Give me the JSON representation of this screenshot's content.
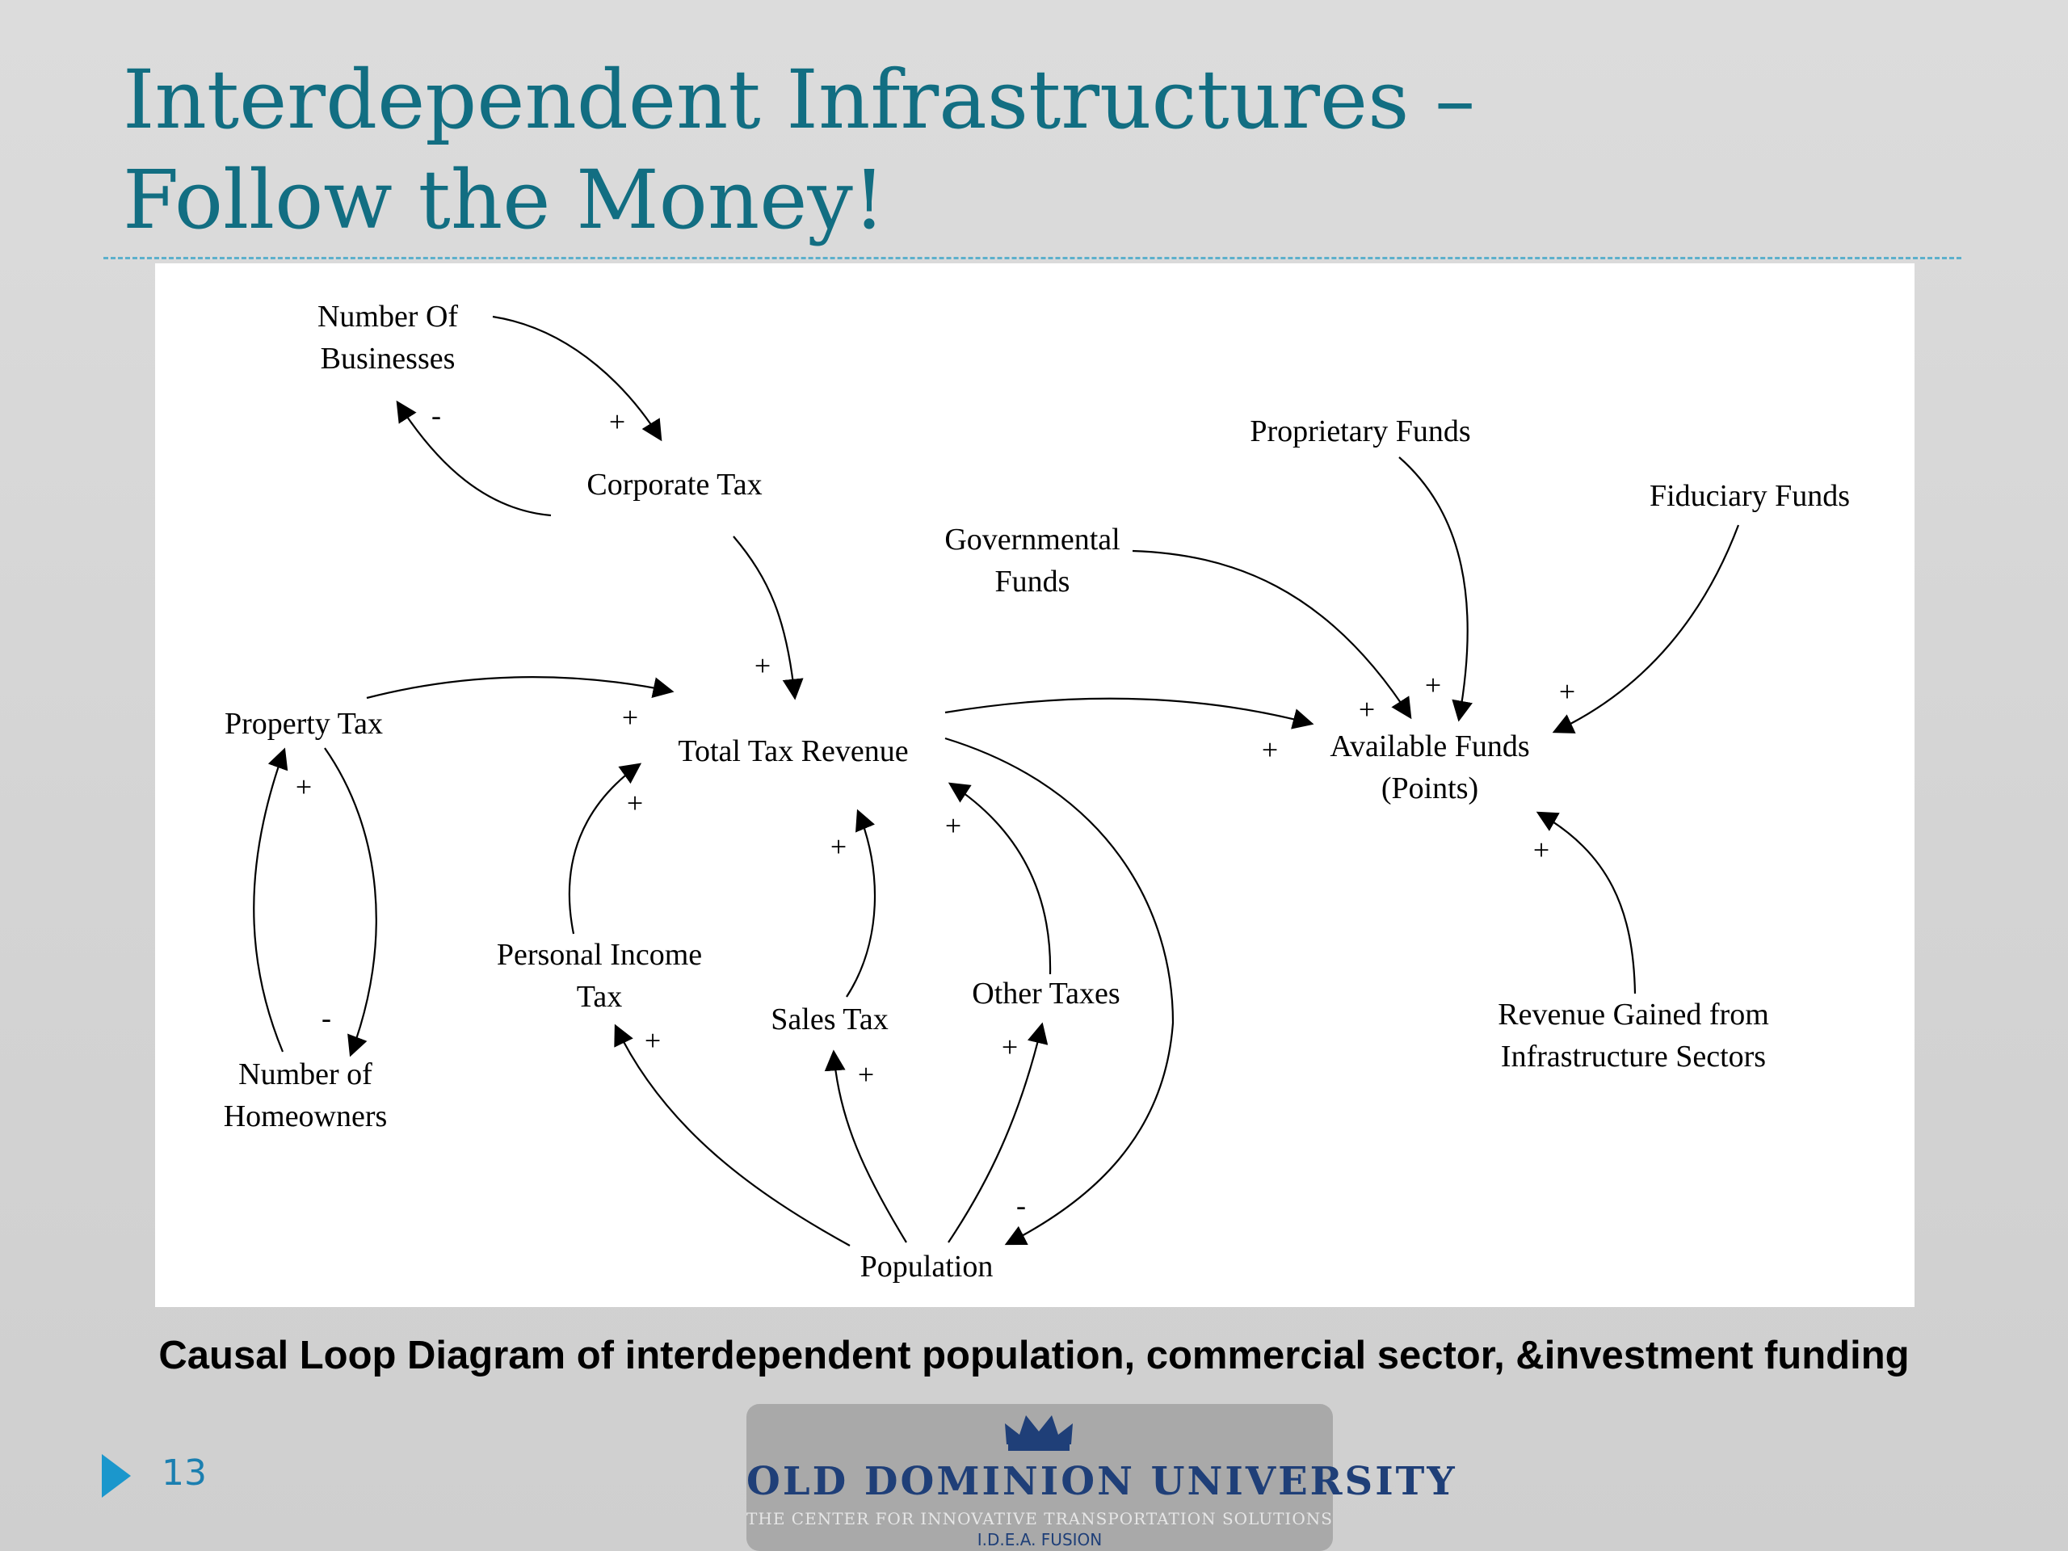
{
  "slide": {
    "title_line1": "Interdependent Infrastructures –",
    "title_line2": "Follow the Money!",
    "caption": "Causal Loop Diagram of interdependent  population, commercial sector, &investment funding",
    "page_number": "13",
    "colors": {
      "title": "#126e82",
      "rule": "#5cb0cc",
      "bullet": "#1b97cc"
    }
  },
  "diagram": {
    "nodes": {
      "number_of_businesses": [
        "Number Of",
        "Businesses"
      ],
      "corporate_tax": [
        "Corporate Tax"
      ],
      "property_tax": [
        "Property Tax"
      ],
      "number_of_homeowners": [
        "Number of",
        "Homeowners"
      ],
      "total_tax_revenue": [
        "Total Tax Revenue"
      ],
      "personal_income_tax": [
        "Personal Income",
        "Tax"
      ],
      "sales_tax": [
        "Sales Tax"
      ],
      "other_taxes": [
        "Other Taxes"
      ],
      "population": [
        "Population"
      ],
      "governmental_funds": [
        "Governmental",
        "Funds"
      ],
      "proprietary_funds": [
        "Proprietary Funds"
      ],
      "fiduciary_funds": [
        "Fiduciary Funds"
      ],
      "available_funds": [
        "Available Funds",
        "(Points)"
      ],
      "revenue_gained": [
        "Revenue Gained from",
        "Infrastructure Sectors"
      ]
    },
    "signs": {
      "corp_to_business": "-",
      "business_to_corp": "+",
      "corp_to_total": "+",
      "property_to_total": "+",
      "homeowners_to_property": "+",
      "property_to_homeowners": "-",
      "income_to_total": "+",
      "sales_to_total": "+",
      "other_to_total": "+",
      "pop_to_income": "+",
      "pop_to_sales": "+",
      "pop_to_other": "+",
      "total_to_population": "-",
      "total_to_available": "+",
      "gov_to_available": "+",
      "prop_to_available": "+",
      "fid_to_available": "+",
      "revenue_to_available": "+"
    }
  },
  "logo": {
    "name": "OLD DOMINION UNIVERSITY",
    "subtitle": "THE CENTER FOR INNOVATIVE TRANSPORTATION SOLUTIONS",
    "tag": "I.D.E.A. FUSION",
    "primary_color": "#1f3f78"
  }
}
